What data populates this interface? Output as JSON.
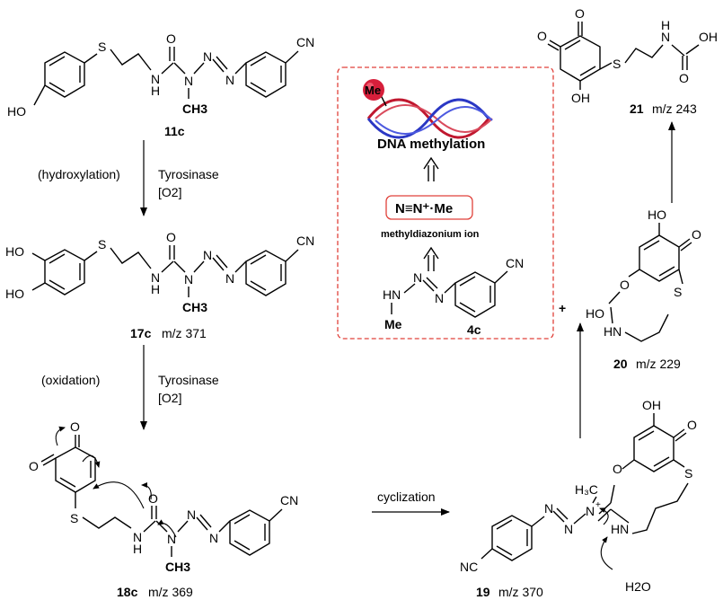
{
  "compounds": {
    "c11": {
      "label": "11c",
      "mz": ""
    },
    "c17": {
      "label": "17c",
      "mz": "m/z 371"
    },
    "c18": {
      "label": "18c",
      "mz": "m/z 369"
    },
    "c19": {
      "label": "19",
      "mz": "m/z 370"
    },
    "c20": {
      "label": "20",
      "mz": "m/z 229"
    },
    "c21": {
      "label": "21",
      "mz": "m/z 243"
    },
    "c4": {
      "label": "4c",
      "mz": ""
    }
  },
  "conditions": {
    "step1": {
      "process": "(hydroxylation)",
      "enzyme": "Tyrosinase",
      "cofactor": "[O2]"
    },
    "step2": {
      "process": "(oxidation)",
      "enzyme": "Tyrosinase",
      "cofactor": "[O2]"
    },
    "step3": {
      "process": "cyclization"
    }
  },
  "inset": {
    "dna_badge": "Me",
    "dna_label": "DNA methylation",
    "ion_formula": "N≡N⁺·Me",
    "ion_label": "methyldiazonium ion"
  },
  "atoms": {
    "HO": "HO",
    "OH": "OH",
    "O": "O",
    "S": "S",
    "N": "N",
    "H": "H",
    "HN": "HN",
    "CN": "CN",
    "NC": "NC",
    "CH3": "CH3",
    "Me": "Me",
    "HMe": "H₃C",
    "H2O": "H2O",
    "plus": "+"
  },
  "colors": {
    "inset_border": "#e0413a",
    "badge_fill": "#d61f3b",
    "dna_red": "#c0182f",
    "dna_blue": "#2a37c4",
    "ion_box": "#e0413a"
  }
}
